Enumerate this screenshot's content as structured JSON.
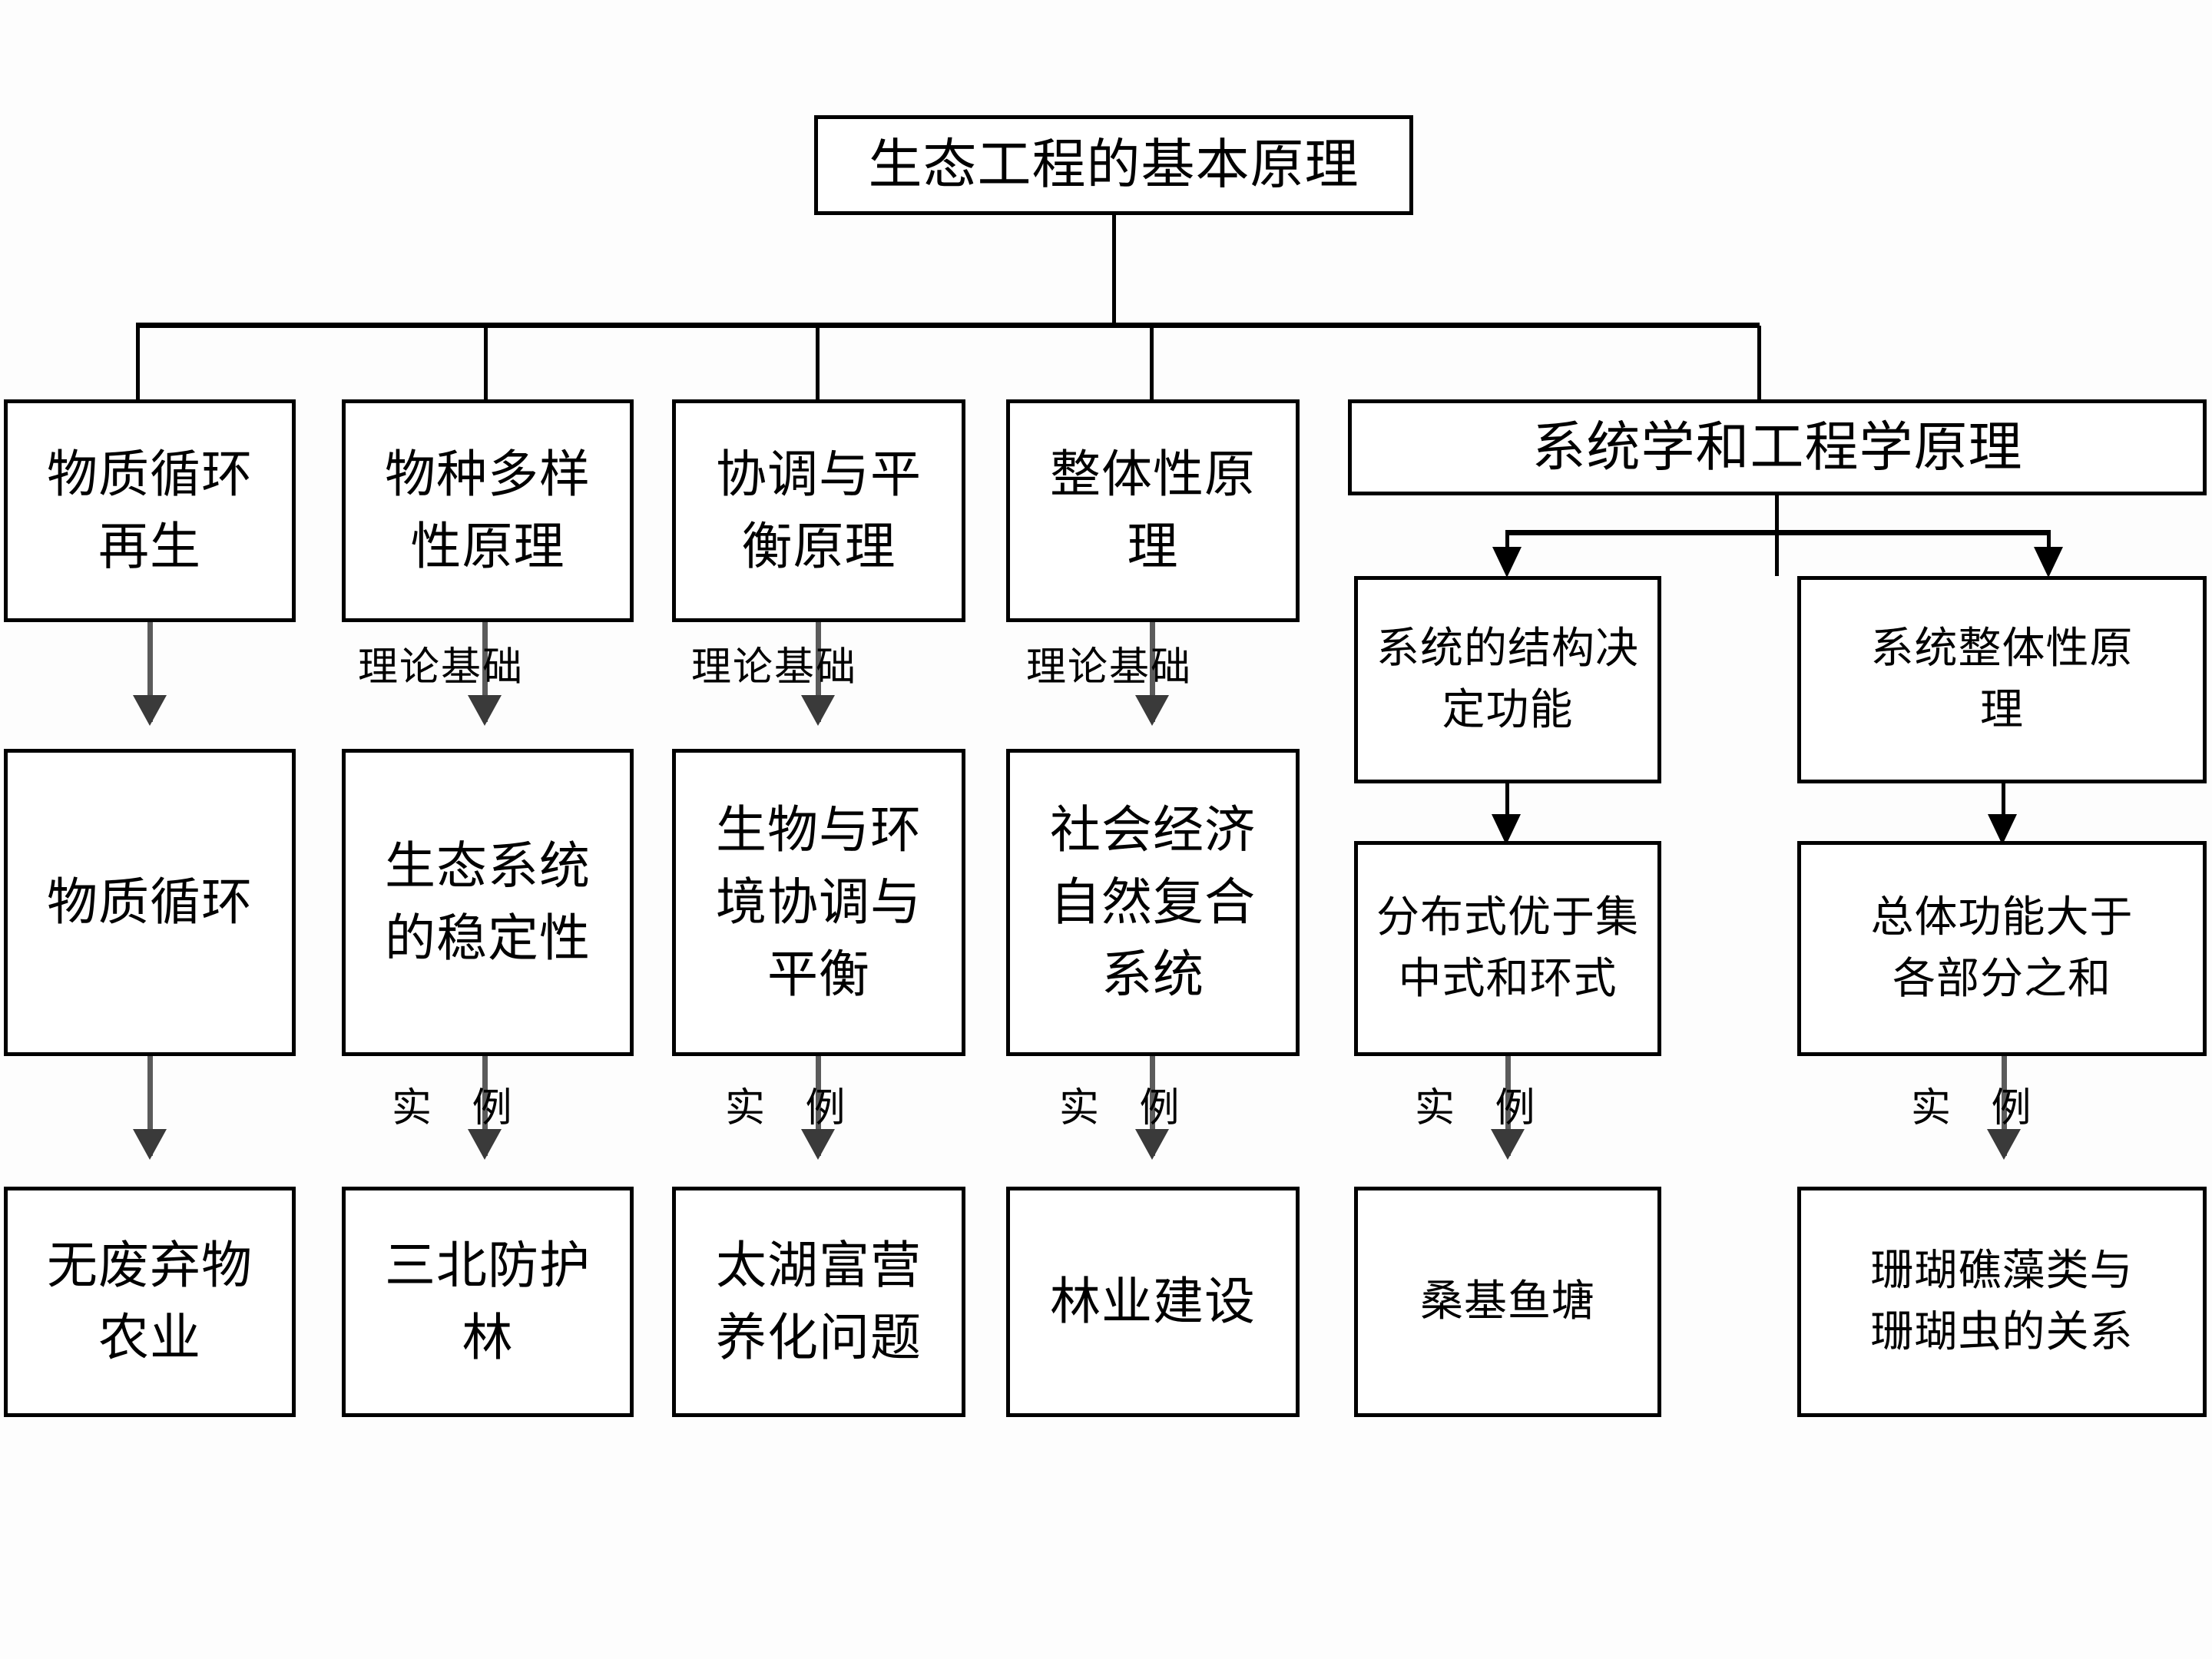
{
  "diagram": {
    "title_box": {
      "label": "生态工程的基本原理"
    },
    "principles": [
      {
        "id": "p1",
        "label": "物质循环\n再生"
      },
      {
        "id": "p2",
        "label": "物种多样\n性原理"
      },
      {
        "id": "p3",
        "label": "协调与平\n衡原理"
      },
      {
        "id": "p4",
        "label": "整体性原\n理"
      },
      {
        "id": "p5",
        "label": "系统学和工程学原理"
      }
    ],
    "sub_principles": [
      {
        "id": "s1",
        "label": "系统的结构决\n定功能"
      },
      {
        "id": "s2",
        "label": "系统整体性原\n理"
      }
    ],
    "theory_boxes": [
      {
        "id": "t1",
        "label": "物质循环"
      },
      {
        "id": "t2",
        "label": "生态系统\n的稳定性"
      },
      {
        "id": "t3",
        "label": "生物与环\n境协调与\n平衡"
      },
      {
        "id": "t4",
        "label": "社会经济\n自然复合\n系统"
      },
      {
        "id": "t5",
        "label": "分布式优于集\n中式和环式"
      },
      {
        "id": "t6",
        "label": "总体功能大于\n各部分之和"
      }
    ],
    "example_boxes": [
      {
        "id": "e1",
        "label": "无废弃物\n农业"
      },
      {
        "id": "e2",
        "label": "三北防护\n林"
      },
      {
        "id": "e3",
        "label": "太湖富营\n养化问题"
      },
      {
        "id": "e4",
        "label": "林业建设"
      },
      {
        "id": "e5",
        "label": "桑基鱼塘"
      },
      {
        "id": "e6",
        "label": "珊瑚礁藻类与\n珊瑚虫的关系"
      }
    ],
    "edge_labels": {
      "theory_basis": "理论基础",
      "example": "实 例"
    },
    "colors": {
      "stroke": "#000000",
      "gray_arrow": "#5b5b5b",
      "background": "#ffffff"
    }
  }
}
